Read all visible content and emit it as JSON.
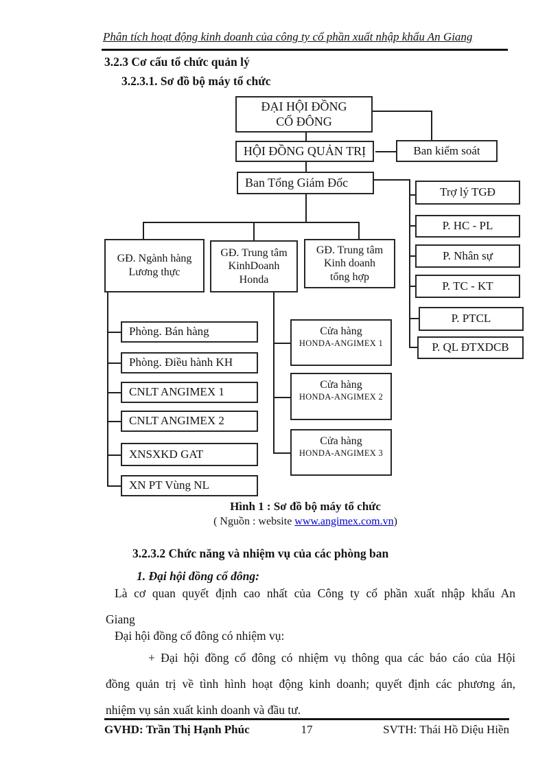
{
  "header": {
    "title": "Phân tích hoạt động kinh doanh của công ty cổ phần xuất nhập khẩu An Giang",
    "section": "3.2.3 Cơ cấu tổ chức quản lý",
    "subsection": "3.2.3.1.  Sơ đồ bộ máy tổ chức"
  },
  "orgchart": {
    "dhdcd": {
      "line1": "ĐẠI HỘI ĐỒNG",
      "line2": "CỔ ĐÔNG"
    },
    "hdqt": "HỘI ĐỒNG QUẢN TRỊ",
    "bks": "Ban kiểm soát",
    "btgd": "Ban Tổng Giám Đốc",
    "right_column": [
      "Trợ lý TGĐ",
      "P. HC - PL",
      "P. Nhân sự",
      "P. TC - KT",
      "P. PTCL",
      "P. QL ĐTXDCB"
    ],
    "directors": [
      {
        "line1": "GĐ. Ngành hàng",
        "line2": "Lương thực"
      },
      {
        "line1": "GĐ. Trung tâm",
        "line2": "KinhDoanh",
        "line3": "Honda"
      },
      {
        "line1": "GĐ. Trung tâm",
        "line2": "Kinh doanh",
        "line3": "tổng hợp"
      }
    ],
    "left_column": [
      "Phòng. Bán hàng",
      "Phòng. Điều hành KH",
      "CNLT ANGIMEX 1",
      "CNLT ANGIMEX 2",
      "XNSXKD GAT",
      "XN PT Vùng NL"
    ],
    "shops": [
      {
        "line1": "Cửa hàng",
        "line2": "HONDA-ANGIMEX 1"
      },
      {
        "line1": "Cửa hàng",
        "line2": "HONDA-ANGIMEX 2"
      },
      {
        "line1": "Cửa hàng",
        "line2": "HONDA-ANGIMEX 3"
      }
    ]
  },
  "caption": {
    "figure": "Hình 1 : Sơ đồ bộ máy tổ chức",
    "source_prefix": "( Nguồn : website ",
    "source_link": "www.angimex.com.vn",
    "source_suffix": ")"
  },
  "body": {
    "section2": "3.2.3.2  Chức năng và nhiệm vụ của các phòng ban",
    "item1": "1.  Đại hội đồng cổ đông:",
    "para1_line1": "Là cơ quan quyết định cao nhất của Công ty cổ phần xuất nhập khẩu An",
    "para1_line2": "Giang",
    "para2": "Đại hội đồng cổ đông có nhiệm vụ:",
    "para3_line1": "+ Đại hội đồng cổ đông có nhiệm vụ thông qua các báo cáo của Hội",
    "para3_line2": "đồng quản trị về tình hình hoạt động kinh doanh; quyết định các phương án,",
    "para3_line3": "nhiệm vụ sản xuất kinh doanh và đầu tư."
  },
  "footer": {
    "left": "GVHD: Trần Thị Hạnh Phúc",
    "page_number": "17",
    "right": "SVTH: Thái Hồ Diệu Hiền"
  }
}
